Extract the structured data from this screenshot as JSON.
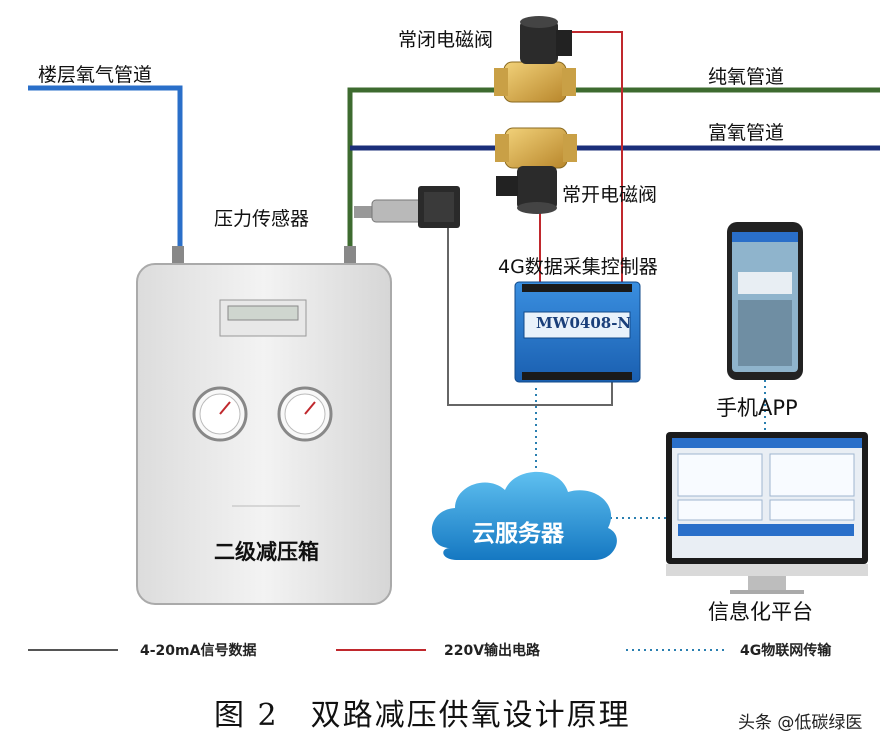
{
  "labels": {
    "floor_pipe": "楼层氧气管道",
    "nc_valve": "常闭电磁阀",
    "pure_pipe": "纯氧管道",
    "rich_pipe": "富氧管道",
    "no_valve": "常开电磁阀",
    "pressure_sensor": "压力传感器",
    "controller": "4G数据采集控制器",
    "controller_model": "MW0408-N",
    "box": "二级减压箱",
    "phone": "手机APP",
    "cloud": "云服务器",
    "platform": "信息化平台"
  },
  "legend": [
    {
      "label": "4-20mA信号数据",
      "color": "#555555",
      "style": "solid"
    },
    {
      "label": "220V输出电路",
      "color": "#c0282d",
      "style": "solid"
    },
    {
      "label": "4G物联网传输",
      "color": "#2a7fb0",
      "style": "dotted"
    }
  ],
  "caption": "图 2　双路减压供氧设计原理",
  "watermark": "头条 @低碳绿医",
  "colors": {
    "floor_pipe": "#2a6fc9",
    "pure_pipe": "#3d6b2f",
    "rich_pipe": "#1b2f7a",
    "signal": "#555555",
    "power": "#c0282d",
    "iot": "#2a7fb0",
    "cloud": "#1f8fd6"
  }
}
